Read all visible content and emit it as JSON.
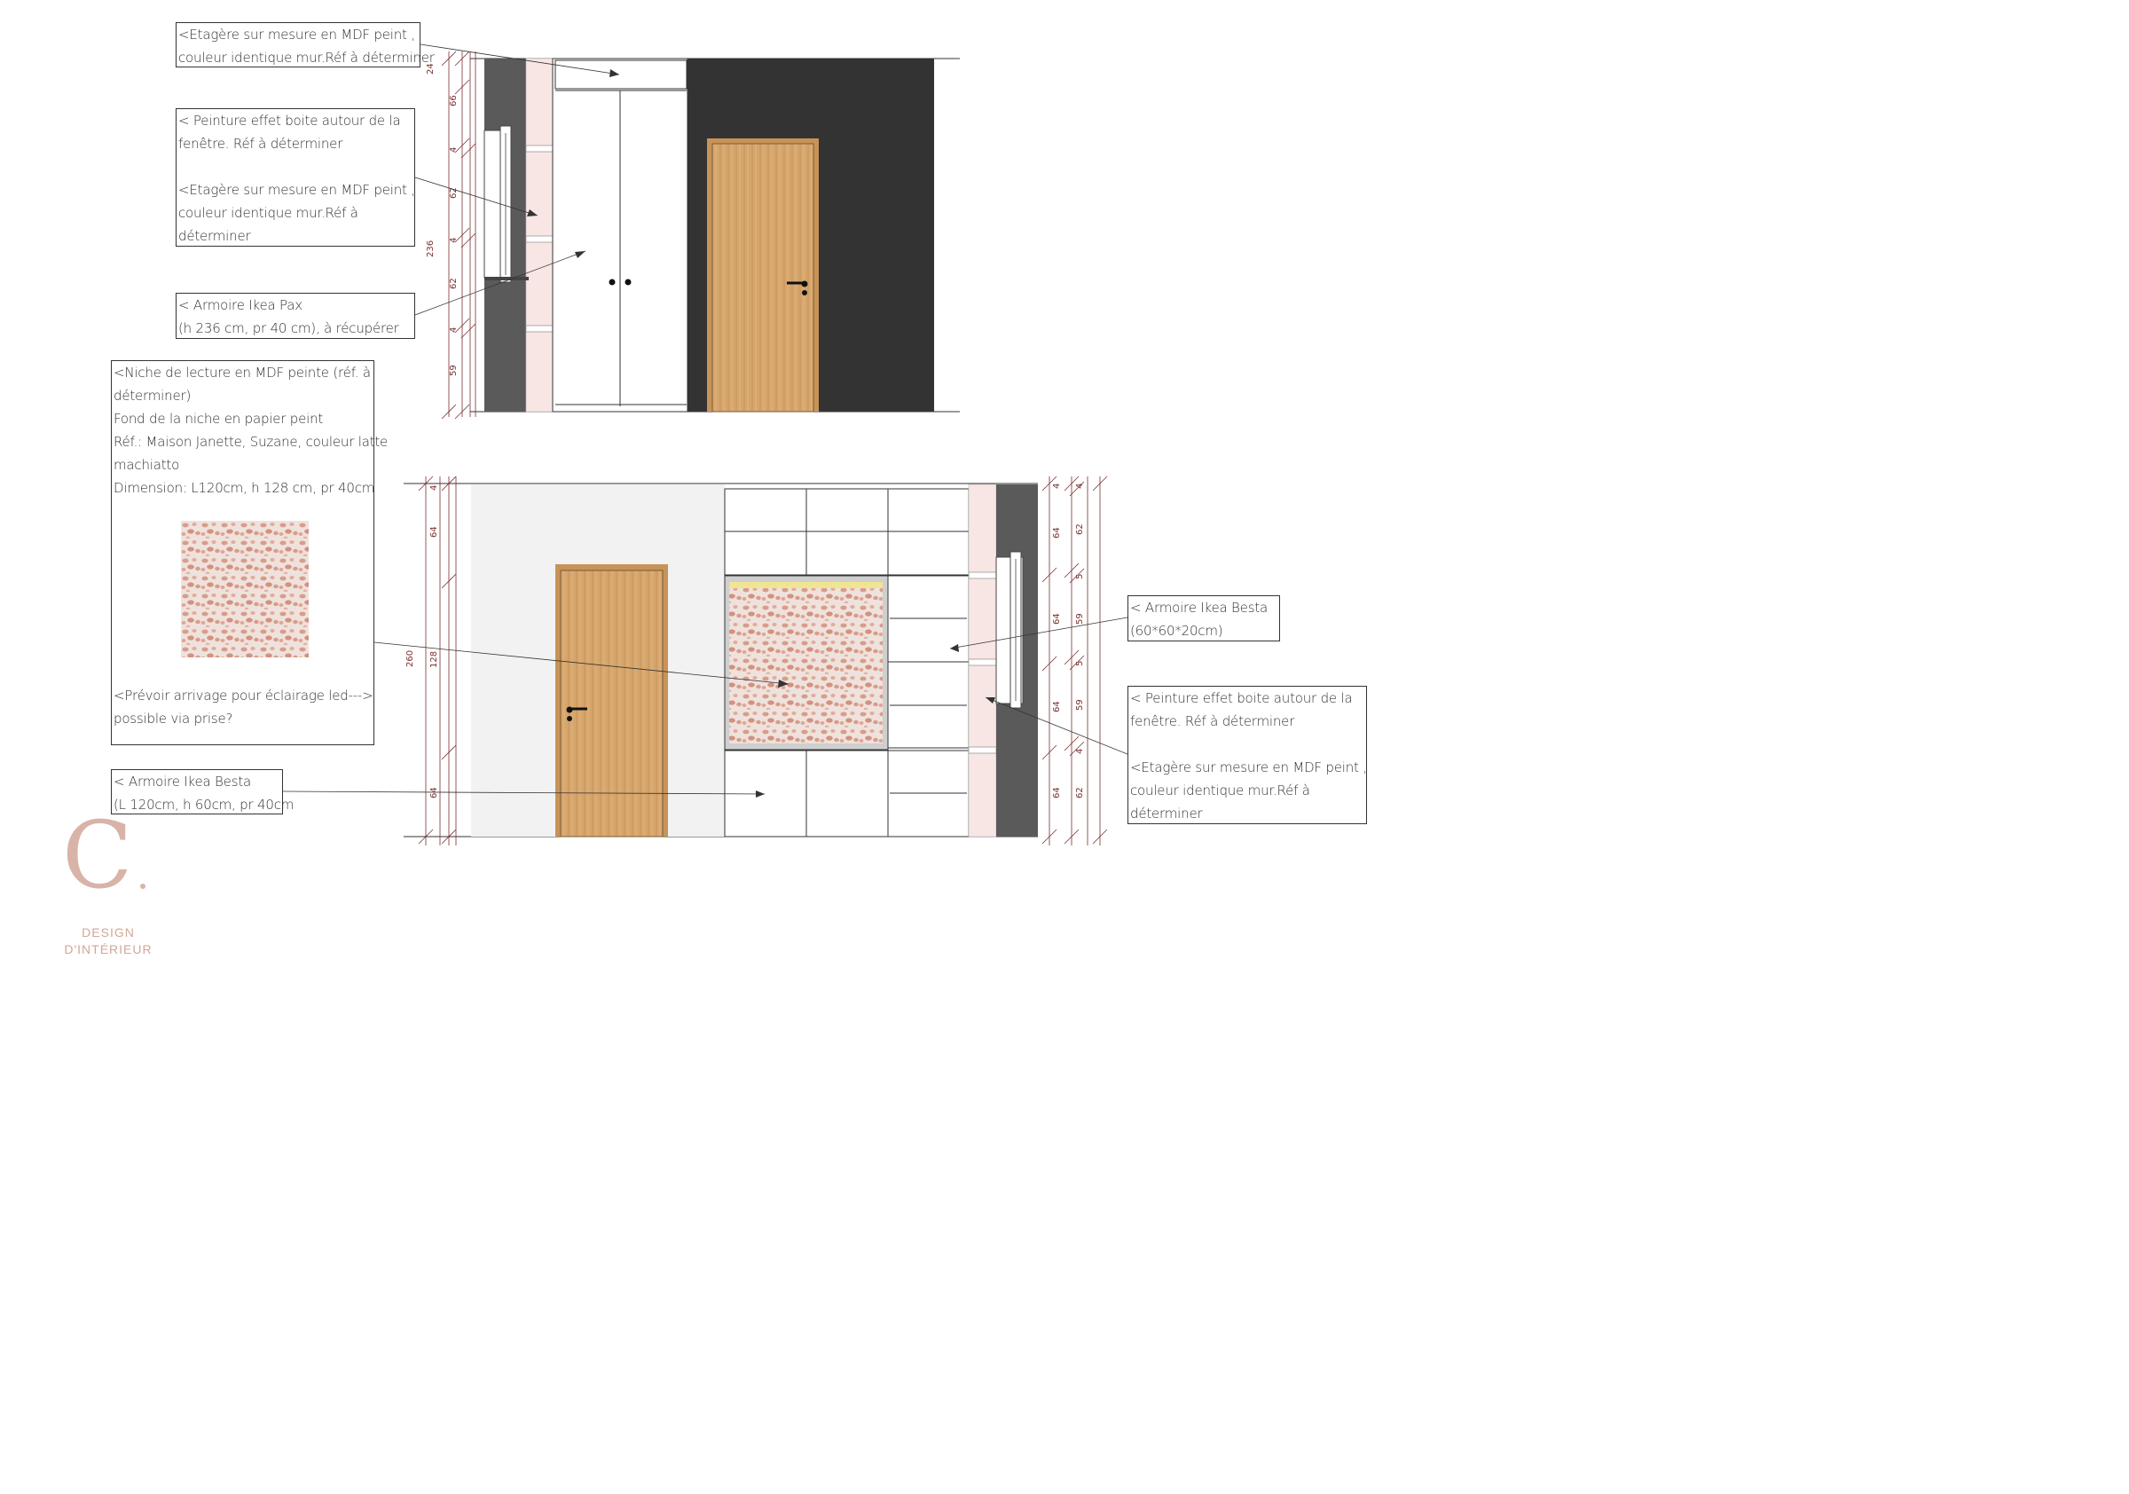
{
  "annotations": {
    "top_shelf": [
      "<Etagère sur mesure en MDF peint ,",
      "couleur identique mur.Réf à déterminer"
    ],
    "top_paint": [
      "< Peinture effet boite autour de la",
      "fenêtre. Réf à déterminer"
    ],
    "top_shelf_2": [
      "<Etagère sur mesure en MDF peint ,",
      "couleur identique mur.Réf à",
      "déterminer"
    ],
    "pax": [
      "< Armoire Ikea Pax",
      "(h 236 cm, pr 40 cm), à récupérer"
    ],
    "niche": [
      "<Niche de lecture en MDF peinte (réf. à",
      "déterminer)",
      "Fond de la niche en papier peint",
      "Réf.: Maison Janette, Suzane, couleur latte",
      "machiatto",
      "Dimension: L120cm, h 128 cm, pr 40cm"
    ],
    "niche_led": [
      "<Prévoir arrivage pour éclairage led--->",
      "possible via prise?"
    ],
    "besta_bottom": [
      "< Armoire Ikea Besta",
      "(L 120cm, h 60cm, pr 40cm"
    ],
    "besta_right": [
      "< Armoire Ikea Besta",
      "(60*60*20cm)"
    ],
    "right_paint": [
      "< Peinture effet boite autour de la",
      "fenêtre. Réf à déterminer"
    ],
    "right_shelf": [
      "<Etagère sur mesure en MDF peint ,",
      "couleur identique mur.Réf à",
      "déterminer"
    ]
  },
  "dimensions": {
    "top_left": [
      "24",
      "66",
      "4",
      "62",
      "4",
      "62",
      "4",
      "59"
    ],
    "top_total": "236",
    "bottom_total": "260",
    "bottom_left_a": [
      "4",
      "64",
      "128",
      "64"
    ],
    "bottom_right_a": [
      "4",
      "64",
      "64",
      "64",
      "64"
    ],
    "bottom_right_b": [
      "4",
      "62",
      "5",
      "59",
      "5",
      "59",
      "4",
      "62"
    ]
  },
  "logo": {
    "letter": "C",
    "line1": "DESIGN",
    "line2": "D'INTÉRIEUR"
  },
  "colors": {
    "dark_wall": "#333333",
    "grey_column": "#5a5a5a",
    "pink_panel": "#f8e6e4",
    "light_wall": "#f2f2f2",
    "wood": "#d6a66c",
    "wood_edge": "#b07a3d",
    "dimension_line": "#7a2e2e",
    "wallpaper": "#e9c1b6",
    "logo": "#d8b4a8"
  }
}
